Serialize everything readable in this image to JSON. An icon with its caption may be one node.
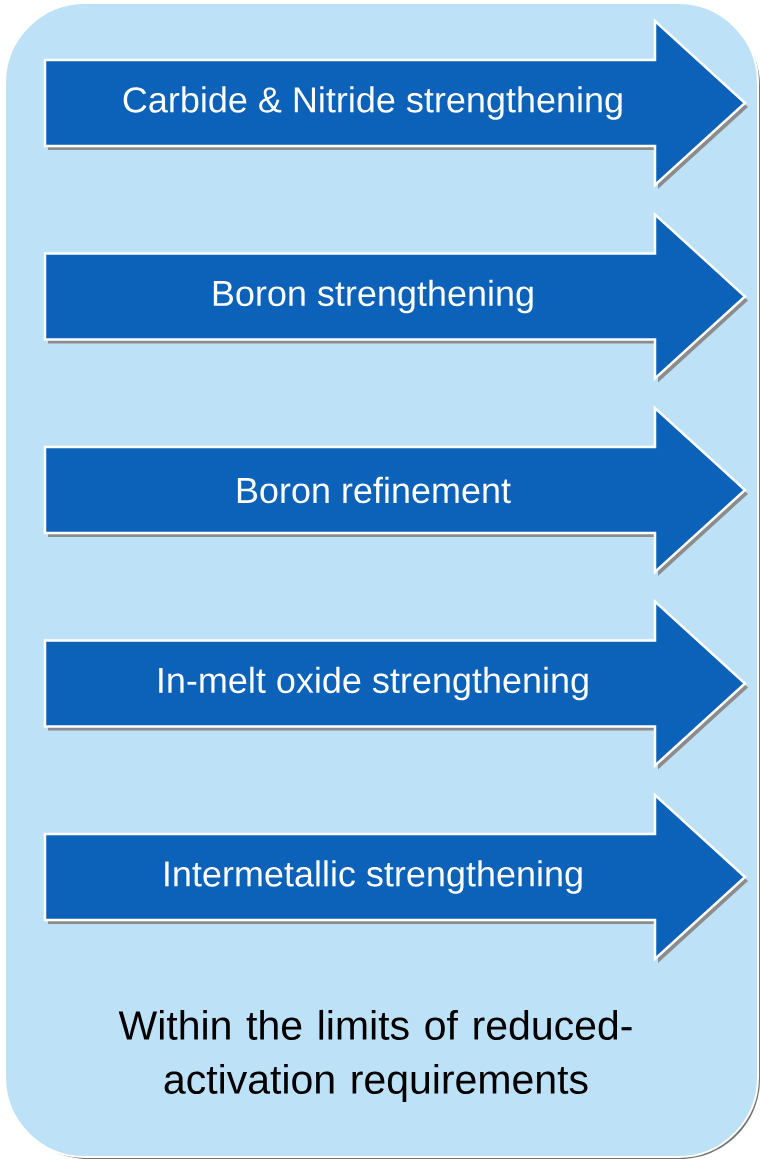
{
  "diagram": {
    "nodes": [
      {
        "text": [
          "Within the limits of reduced-activation requirements"
        ]
      },
      {
        "text": [
          "Carbide & Nitride strengthening"
        ],
        "in": 0
      },
      {
        "text": [
          "Boron strengthening"
        ],
        "in": 0
      },
      {
        "text": [
          "Boron refinement"
        ],
        "in": 0
      },
      {
        "text": [
          "In-melt oxide strengthening"
        ],
        "in": 0
      },
      {
        "text": [
          "Intermetallic strengthening"
        ],
        "in": 0
      }
    ]
  }
}
